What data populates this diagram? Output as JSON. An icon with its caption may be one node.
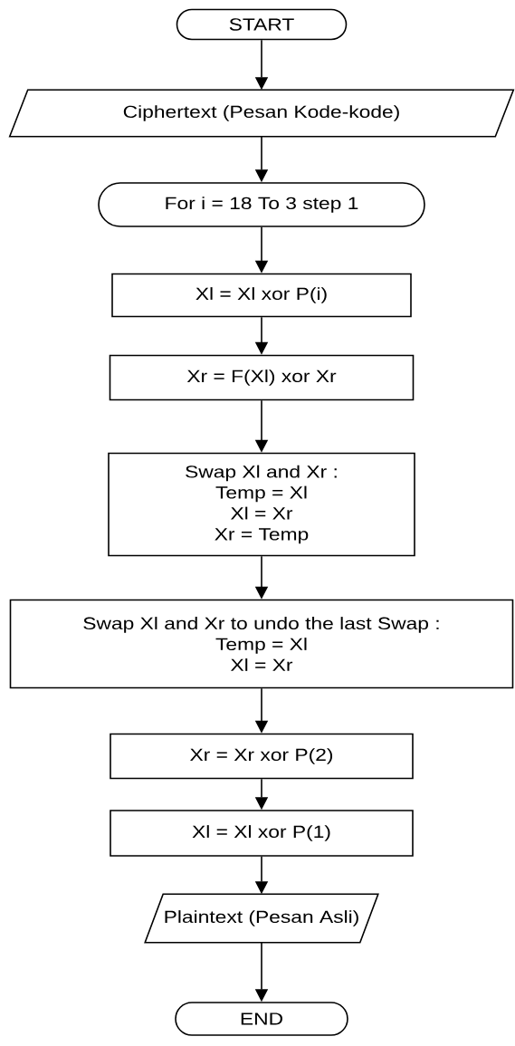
{
  "diagram": {
    "nodes": [
      {
        "text": [
          "START"
        ]
      },
      {
        "text": [
          "Ciphertext (Pesan Kode-kode)"
        ]
      },
      {
        "text": [
          "For i = 18 To 3 step 1"
        ]
      },
      {
        "text": [
          "Xl = Xl xor P(i)"
        ]
      },
      {
        "text": [
          "Xr = F(Xl) xor Xr"
        ]
      },
      {
        "text": [
          "Swap Xl and Xr :",
          "Temp = Xl",
          "Xl = Xr",
          "Xr = Temp"
        ]
      },
      {
        "text": [
          "Swap Xl and Xr  to undo the last Swap :",
          "Temp = Xl",
          "Xl = Xr"
        ]
      },
      {
        "text": [
          "Xr = Xr xor P(2)"
        ]
      },
      {
        "text": [
          "Xl = Xl xor P(1)"
        ]
      },
      {
        "text": [
          "Plaintext (Pesan Asli)"
        ]
      },
      {
        "text": [
          "END"
        ]
      }
    ],
    "edges": [
      {
        "from": 0,
        "to": 1,
        "arrow": "to"
      },
      {
        "from": 1,
        "to": 2,
        "arrow": "to"
      },
      {
        "from": 2,
        "to": 3,
        "arrow": "to"
      },
      {
        "from": 3,
        "to": 4,
        "arrow": "to"
      },
      {
        "from": 4,
        "to": 5,
        "arrow": "to"
      },
      {
        "from": 5,
        "to": 6,
        "arrow": "to"
      },
      {
        "from": 6,
        "to": 7,
        "arrow": "to"
      },
      {
        "from": 7,
        "to": 8,
        "arrow": "to"
      },
      {
        "from": 8,
        "to": 9,
        "arrow": "to"
      },
      {
        "from": 9,
        "to": 10,
        "arrow": "to"
      }
    ]
  }
}
